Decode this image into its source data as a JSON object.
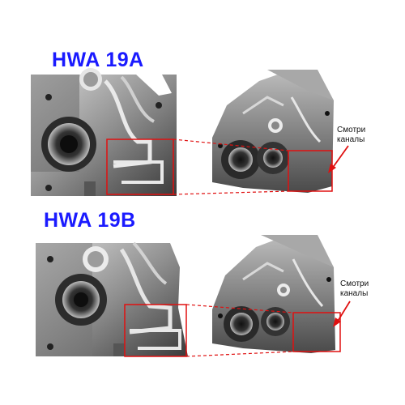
{
  "sections": [
    {
      "title": "HWA 19A",
      "note_line1": "Смотри",
      "note_line2": "каналы"
    },
    {
      "title": "HWA 19B",
      "note_line1": "Смотри",
      "note_line2": "каналы"
    }
  ],
  "colors": {
    "title": "#1a1aff",
    "highlight": "#e01010",
    "metal": "#8c8c8c"
  }
}
